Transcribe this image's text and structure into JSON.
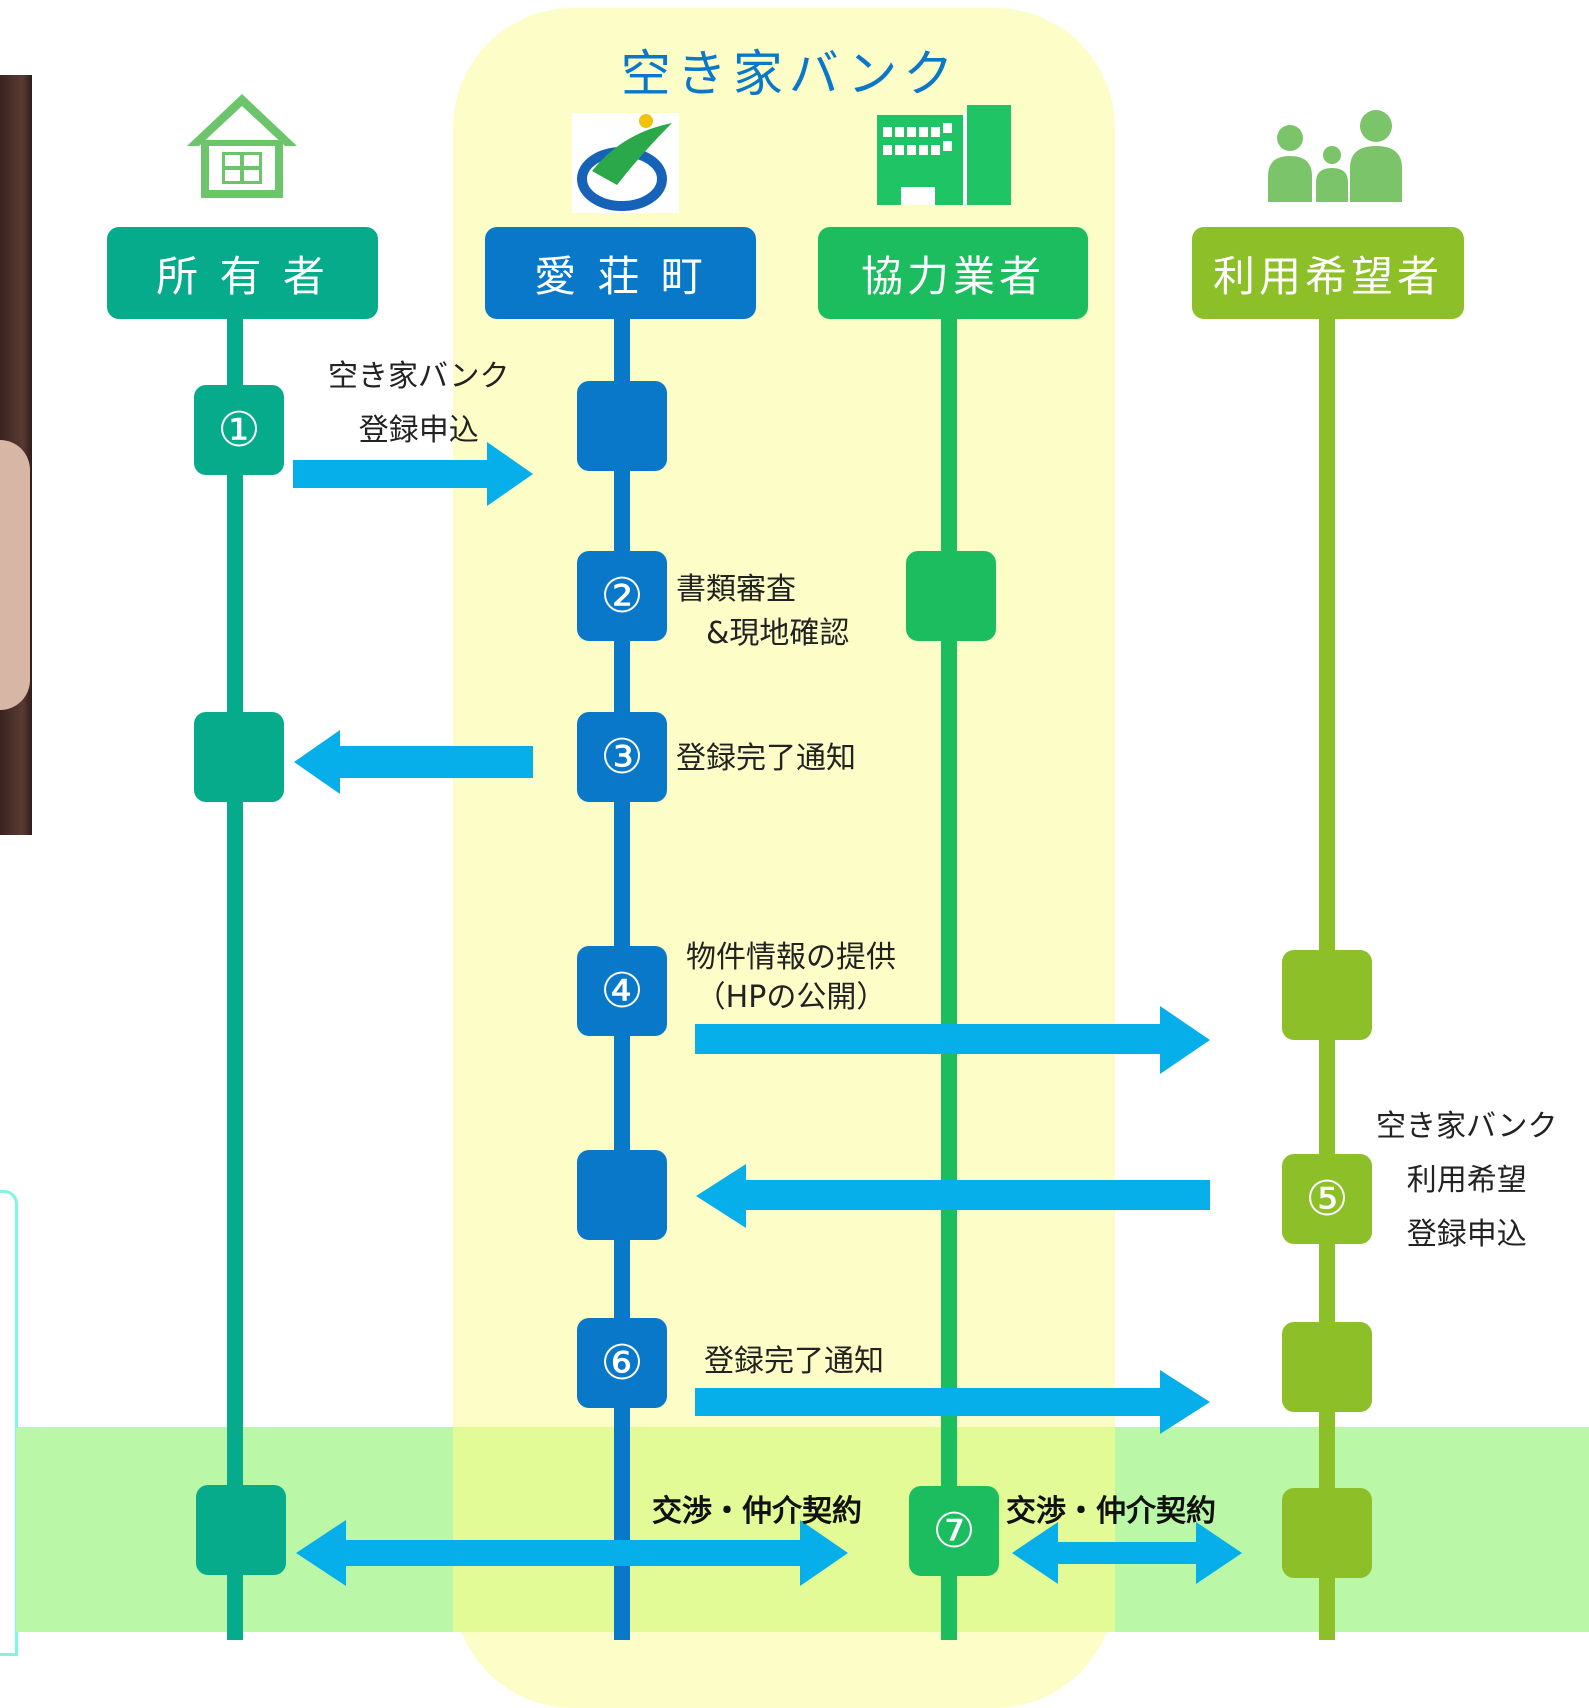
{
  "bank_title": "空き家バンク",
  "colors": {
    "owner": "#06ab8c",
    "town": "#0a78c8",
    "partner": "#1cbd5f",
    "user": "#8cbf28",
    "arrow": "#06aeea",
    "bank_bg": "#fdfdc8",
    "band": "#baf8a8"
  },
  "columns": [
    {
      "key": "owner",
      "label": "所 有 者",
      "icon": "house-icon"
    },
    {
      "key": "town",
      "label": "愛 荘 町",
      "icon": "town-logo-icon"
    },
    {
      "key": "partner",
      "label": "協力業者",
      "icon": "building-icon"
    },
    {
      "key": "user",
      "label": "利用希望者",
      "icon": "family-icon"
    }
  ],
  "steps": {
    "s1": {
      "number": "①",
      "label": "空き家バンク\n登録申込"
    },
    "s2": {
      "number": "②",
      "label": "書類審査\n　&現地確認"
    },
    "s3": {
      "number": "③",
      "label": "登録完了通知"
    },
    "s4": {
      "number": "④",
      "label": "物件情報の提供\n（HPの公開）"
    },
    "s5": {
      "number": "⑤",
      "label": "空き家バンク\n利用希望\n登録申込"
    },
    "s6": {
      "number": "⑥",
      "label": "登録完了通知"
    },
    "s7": {
      "number": "⑦",
      "label_left": "交渉・仲介契約",
      "label_right": "交渉・仲介契約"
    }
  }
}
